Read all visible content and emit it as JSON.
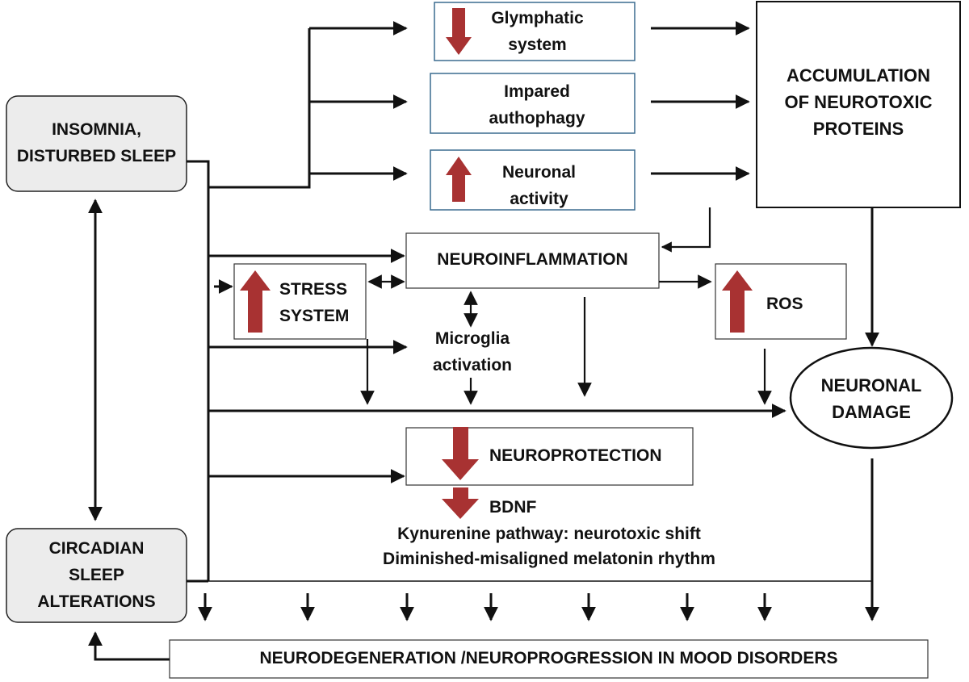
{
  "nodes": {
    "insomnia": [
      "INSOMNIA,",
      "DISTURBED SLEEP"
    ],
    "circadian": [
      "CIRCADIAN",
      "SLEEP",
      "ALTERATIONS"
    ],
    "glymphatic": [
      "Glymphatic",
      "system"
    ],
    "autophagy": [
      "Impared",
      "authophagy"
    ],
    "neuronal_activity": [
      "Neuronal",
      "activity"
    ],
    "accumulation": [
      "ACCUMULATION",
      "OF NEUROTOXIC",
      "PROTEINS"
    ],
    "neuroinflammation": "NEUROINFLAMMATION",
    "stress": [
      "STRESS",
      "SYSTEM"
    ],
    "ros": "ROS",
    "microglia": [
      "Microglia",
      "activation"
    ],
    "neuronal_damage": [
      "NEURONAL",
      "DAMAGE"
    ],
    "neuroprotection": "NEUROPROTECTION",
    "bdnf": "BDNF",
    "kynurenine": "Kynurenine pathway: neurotoxic shift",
    "melatonin": "Diminished-misaligned melatonin rhythm",
    "neurodegeneration": "NEURODEGENERATION /NEUROPROGRESSION IN MOOD DISORDERS"
  },
  "colors": {
    "indicator_arrow": "#a83232",
    "box_border_blue": "#3a6b8f",
    "box_fill_gray": "#ececec",
    "line": "#111111"
  },
  "indicators": {
    "glymphatic": "down-arrow-icon",
    "neuronal_activity": "up-arrow-icon",
    "stress": "up-arrow-icon",
    "ros": "up-arrow-icon",
    "neuroprotection": "down-arrow-icon",
    "bdnf": "down-arrow-icon"
  }
}
